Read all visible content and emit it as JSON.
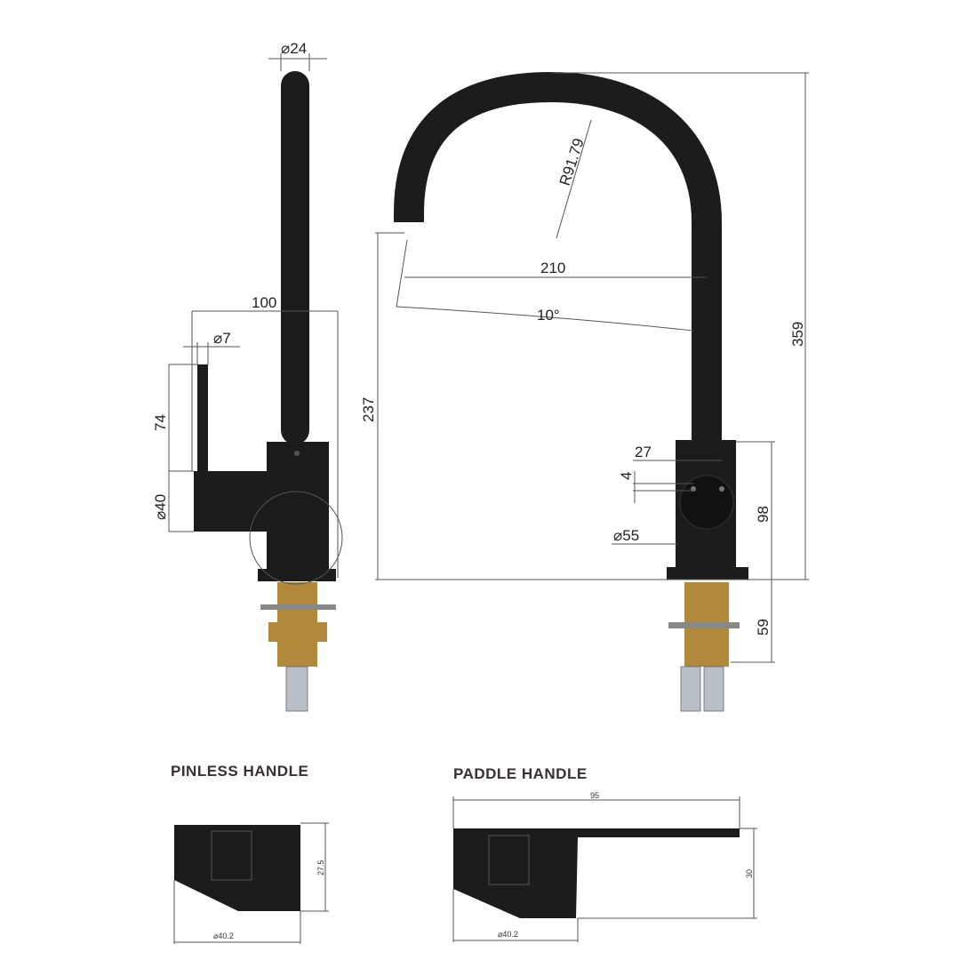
{
  "colors": {
    "body": "#1c1c1c",
    "brass": "#b08a3a",
    "dimension_line": "#555555"
  },
  "side_view": {
    "spout_diameter": "⌀24",
    "handle_reach": "100",
    "handle_diameter": "⌀7",
    "handle_height": "74",
    "body_diameter": "⌀40"
  },
  "front_view": {
    "radius": "R91.79",
    "spout_reach": "210",
    "spout_angle": "10°",
    "spout_height": "237",
    "overall_height": "359",
    "offset": "27",
    "hole_spacing": "4",
    "body_height": "98",
    "base_diameter": "⌀55",
    "shank_length": "59"
  },
  "pinless_handle": {
    "title": "PINLESS HANDLE",
    "height": "27.5",
    "diameter": "⌀40.2"
  },
  "paddle_handle": {
    "title": "PADDLE  HANDLE",
    "length": "95",
    "height": "30",
    "diameter": "⌀40.2"
  }
}
